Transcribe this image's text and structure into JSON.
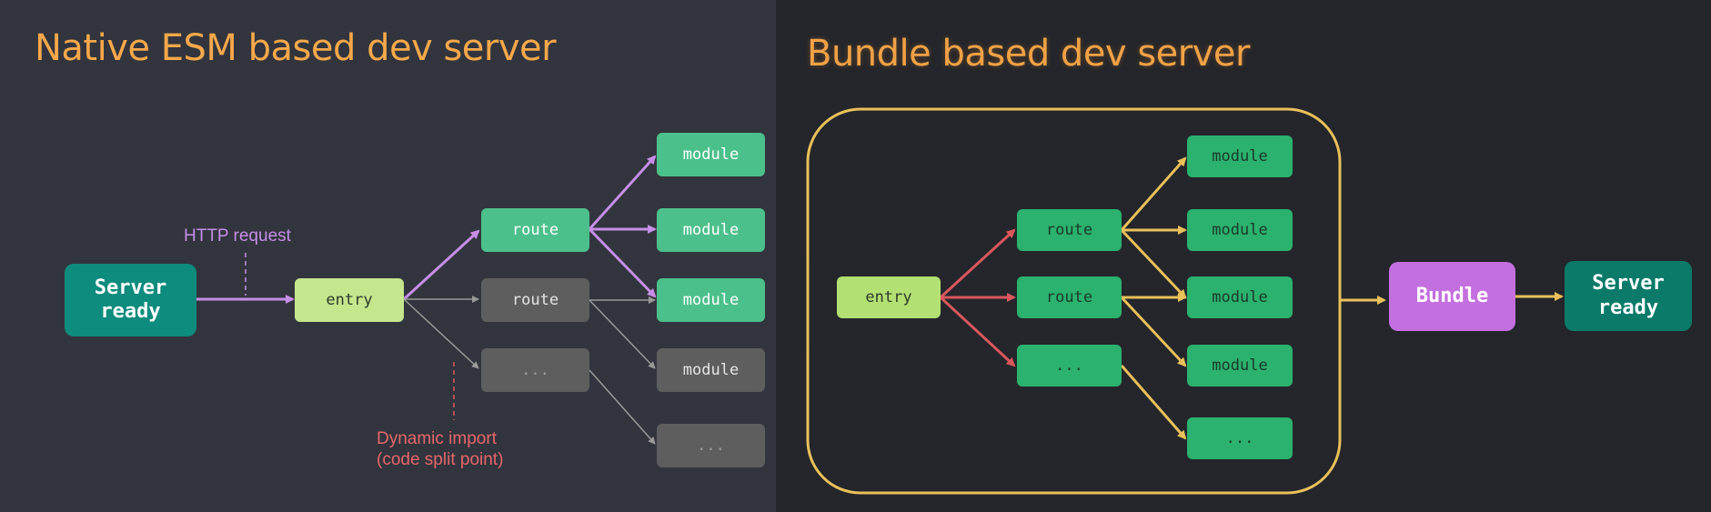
{
  "left": {
    "title": "Native ESM based dev server",
    "server_ready": "Server\nready",
    "entry": "entry",
    "route_1": "route",
    "route_2": "route",
    "route_3": "...",
    "module_1": "module",
    "module_2": "module",
    "module_3": "module",
    "module_4": "module",
    "module_5": "...",
    "http_request": "HTTP request",
    "dynamic_import": "Dynamic import\n(code split point)"
  },
  "right": {
    "title": "Bundle based dev server",
    "entry": "entry",
    "route_1": "route",
    "route_2": "route",
    "route_3": "...",
    "module_1": "module",
    "module_2": "module",
    "module_3": "module",
    "module_4": "module",
    "module_5": "...",
    "bundle": "Bundle",
    "server_ready": "Server\nready"
  },
  "colors": {
    "title": "#f6a84a",
    "teal": "#0e8c7e",
    "green": "#4cc08b",
    "lime": "#c5e68d",
    "gray": "#5e5e5e",
    "purple": "#c68ee7",
    "bundle": "#c46fe0",
    "gold": "#e9c15a",
    "red": "#d9575d"
  }
}
